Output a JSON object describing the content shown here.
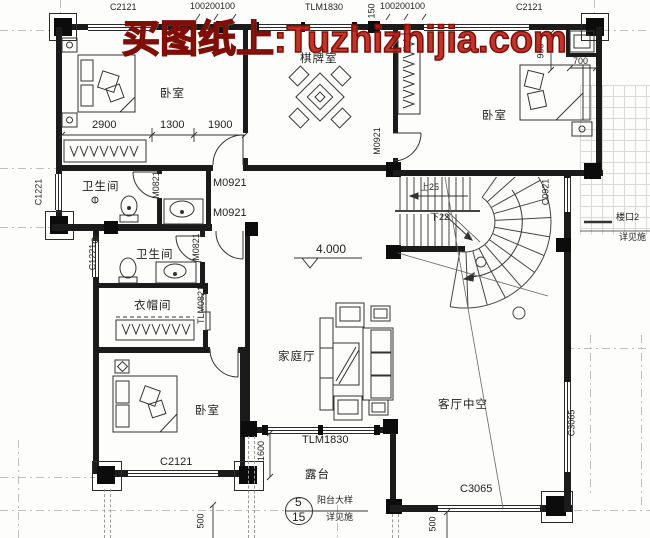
{
  "watermark": {
    "text": "买图纸上:Tuzhizhijia.com"
  },
  "colors": {
    "watermark": "#b7180e",
    "line": "#1b1b1b",
    "grid": "#bfbfbf"
  },
  "rooms": {
    "bedroom_tl": "卧室",
    "chess": "棋牌室",
    "bedroom_tr": "卧室",
    "bath1": "卫生间",
    "bath2": "卫生间",
    "cloak": "衣帽间",
    "bedroom_bl": "卧室",
    "family": "家庭厅",
    "living": "客厅中空",
    "terrace": "露台"
  },
  "openings": {
    "c2121_tl": "C2121",
    "tlm1830_top": "TLM1830",
    "c2121_tr": "C2121",
    "c1221_upper": "C1221",
    "c1221_lower": "C1221",
    "m0821_bath1": "M0821",
    "m0821_bath2": "M0821",
    "m0921_hall_1": "M0921",
    "m0921_hall_2": "M0921",
    "m0921_bedroom_tr": "M0921",
    "tlm0821": "TLM0821",
    "c0921": "C0921",
    "c2121_bl": "C2121",
    "tlm1830_terrace": "TLM1830",
    "c3065_bottom": "C3065",
    "c3065_right": "C3065"
  },
  "dims": {
    "d2900": "2900",
    "d1300": "1300",
    "d1900": "1900",
    "top_left_chain": "100200100",
    "top_150": "150",
    "top_right_chain": "100200100",
    "d900": "900",
    "d700": "700",
    "d1600": "1600",
    "d500_l": "500",
    "d500_r": "500"
  },
  "annotations": {
    "level": "4.000",
    "stair_up": "上25",
    "stair_down": "下22",
    "note_stair_1": "楼口2",
    "note_stair_2": "详见施",
    "detail_top": "5",
    "detail_bottom": "15",
    "detail_label": "阳台大样",
    "detail_note": "详见施"
  }
}
